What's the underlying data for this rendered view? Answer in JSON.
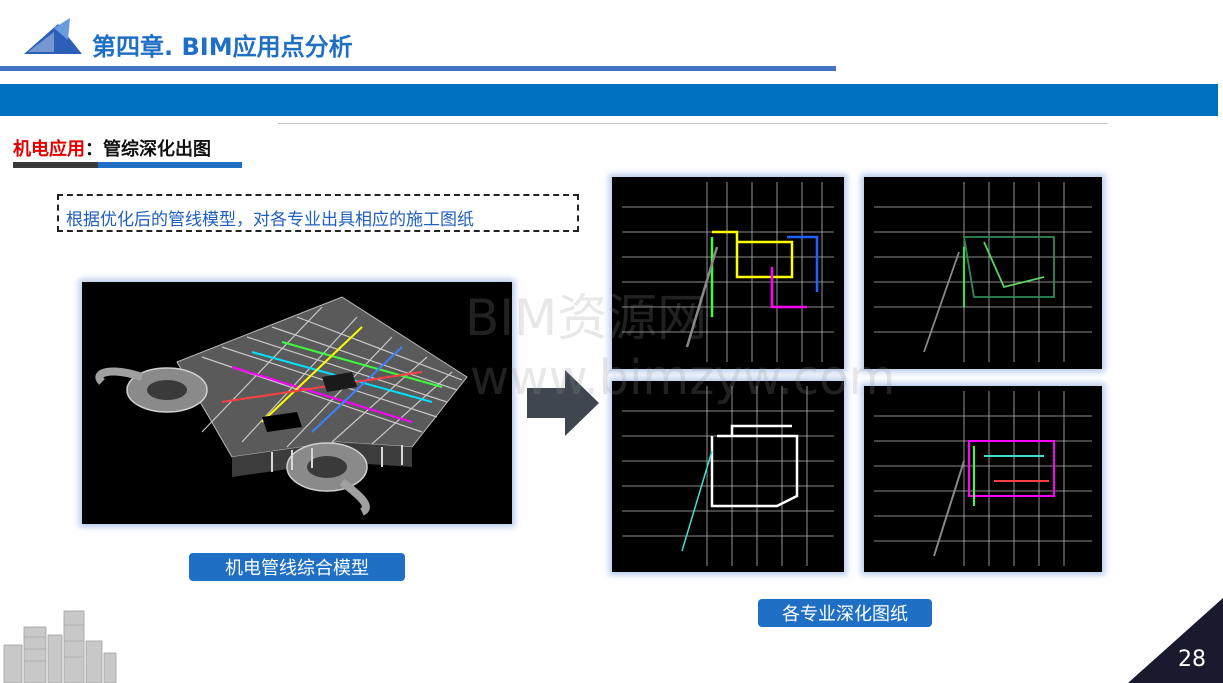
{
  "header": {
    "chapter_title": "第四章. BIM应用点分析"
  },
  "section": {
    "title_red": "机电应用",
    "title_sep": "：",
    "title_rest": "管综深化出图"
  },
  "description": "根据优化后的管线模型，对各专业出具相应的施工图纸",
  "captions": {
    "model": "机电管线综合模型",
    "drawings": "各专业深化图纸"
  },
  "watermark": {
    "line1": "BIM资源网",
    "line2": "www.bimzyw.com"
  },
  "page_number": "28",
  "colors": {
    "accent_blue": "#0070c0",
    "title_blue": "#1f6fc4",
    "highlight_red": "#e00000"
  }
}
